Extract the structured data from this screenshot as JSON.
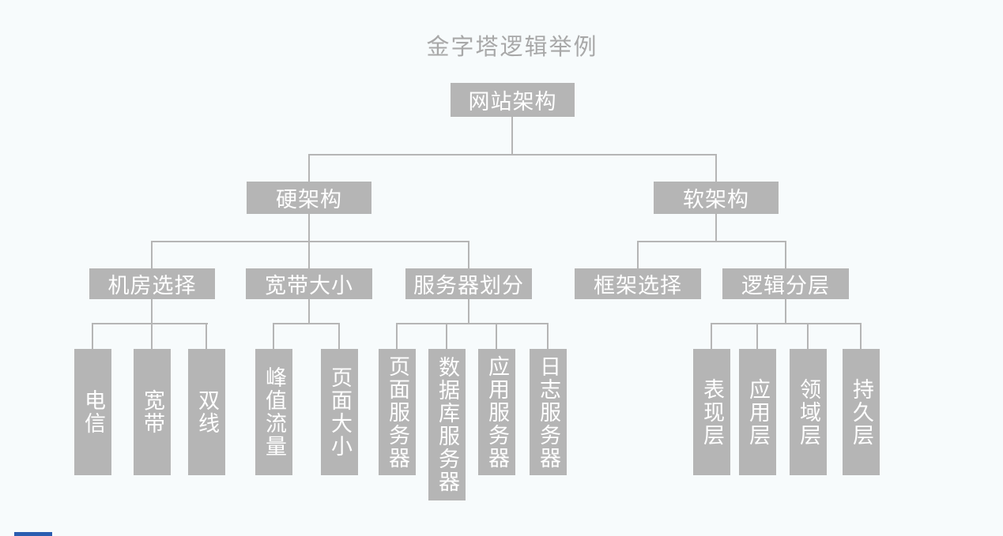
{
  "page": {
    "title": "金字塔逻辑举例"
  },
  "colors": {
    "background": "#f7fbfc",
    "node_fill": "#b5b5b5",
    "node_text": "#ffffff",
    "connector": "#b5b5b5",
    "title_text": "#a8a8a8",
    "bottom_bar": "#2a5db0"
  },
  "diagram": {
    "root": {
      "label": "网站架构",
      "children": [
        {
          "label": "硬架构",
          "children": [
            {
              "label": "机房选择",
              "children": [
                {
                  "label": "电信"
                },
                {
                  "label": "宽带"
                },
                {
                  "label": "双线"
                }
              ]
            },
            {
              "label": "宽带大小",
              "children": [
                {
                  "label": "峰值流量"
                },
                {
                  "label": "页面大小"
                }
              ]
            },
            {
              "label": "服务器划分",
              "children": [
                {
                  "label": "页面服务器"
                },
                {
                  "label": "数据库服务器"
                },
                {
                  "label": "应用服务器"
                },
                {
                  "label": "日志服务器"
                }
              ]
            }
          ]
        },
        {
          "label": "软架构",
          "children": [
            {
              "label": "框架选择",
              "children": []
            },
            {
              "label": "逻辑分层",
              "children": [
                {
                  "label": "表现层"
                },
                {
                  "label": "应用层"
                },
                {
                  "label": "领域层"
                },
                {
                  "label": "持久层"
                }
              ]
            }
          ]
        }
      ]
    }
  }
}
